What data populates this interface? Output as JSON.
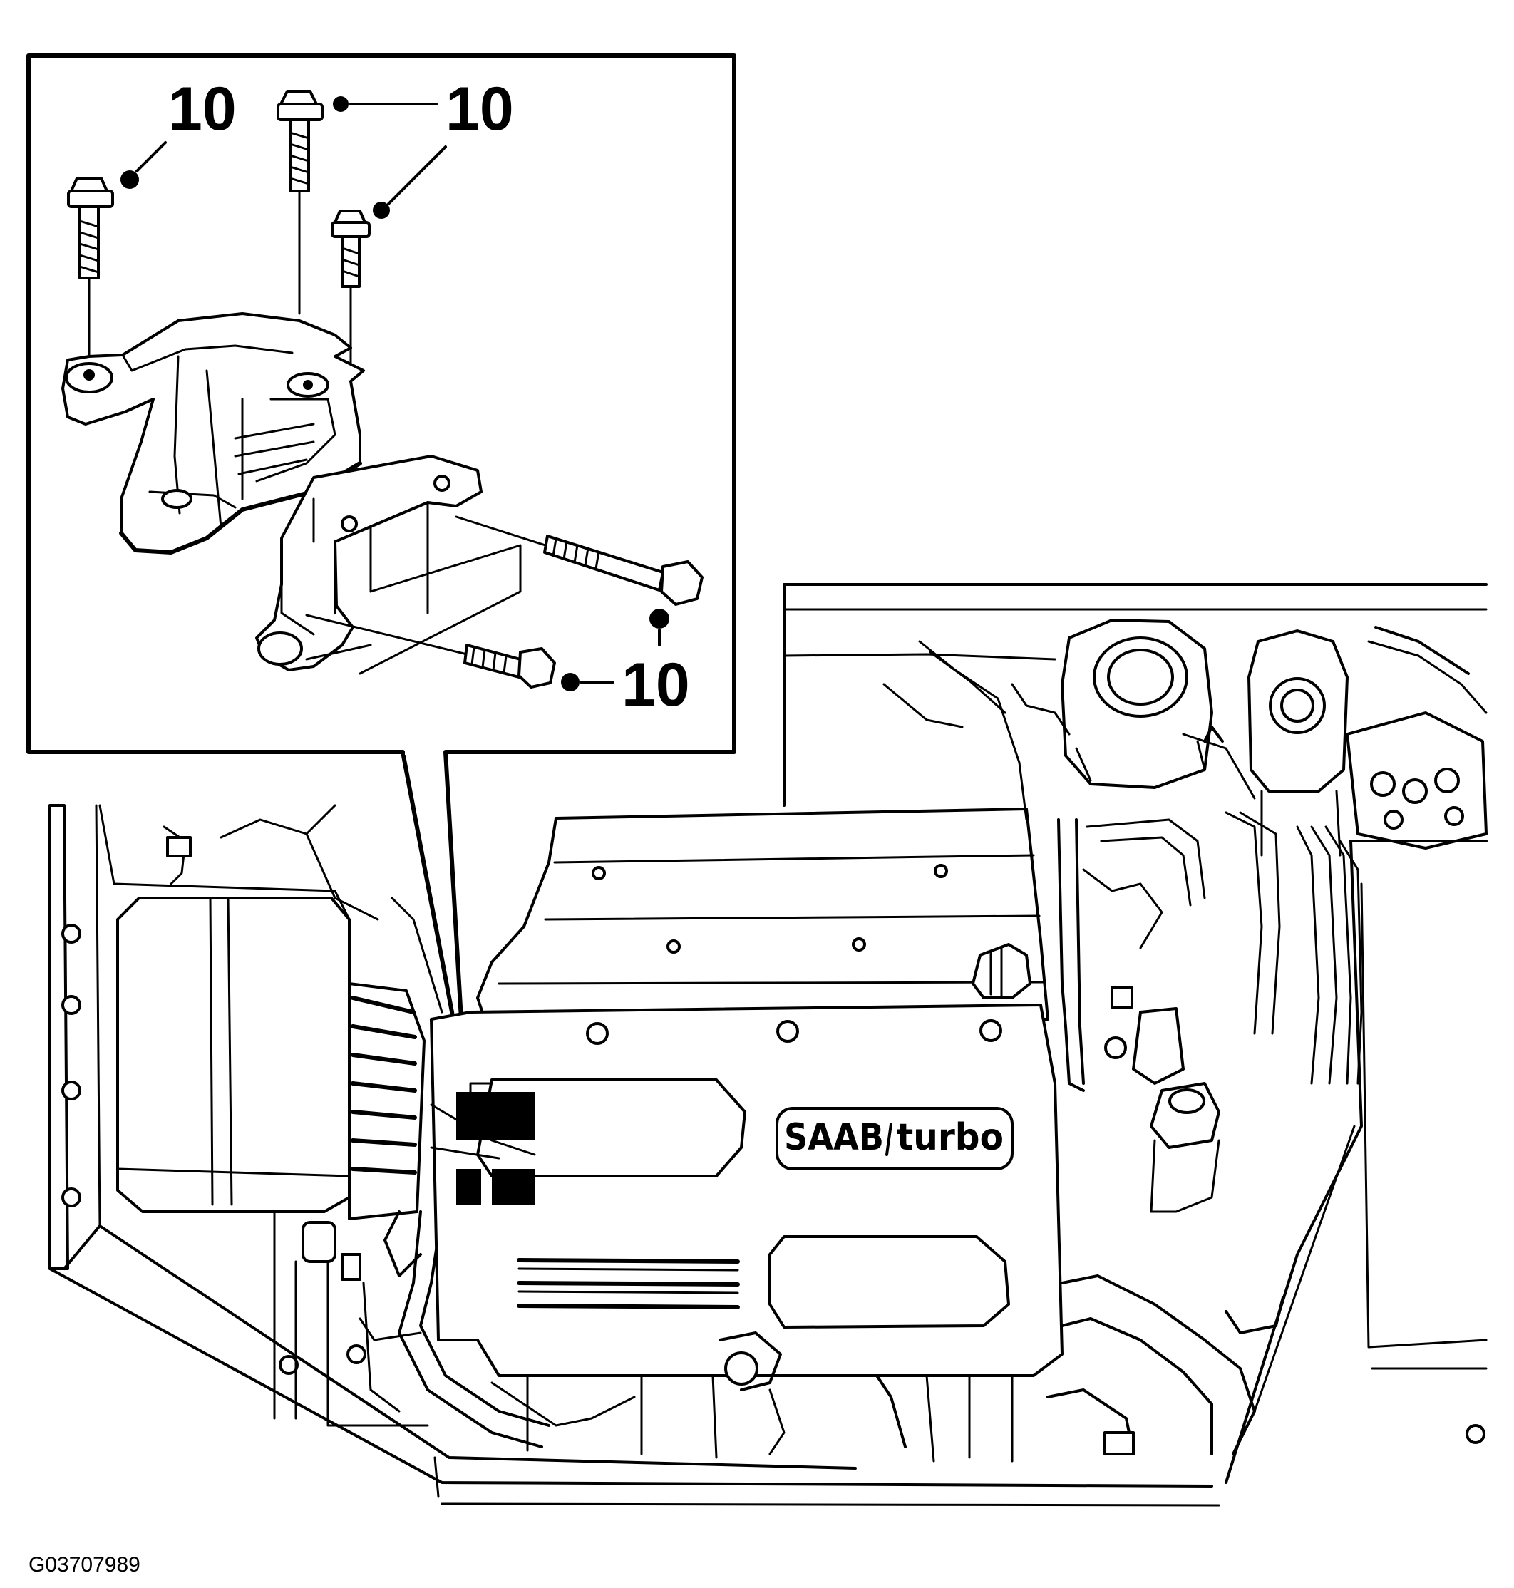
{
  "figure": {
    "id_label": "G03707989"
  },
  "callouts": [
    {
      "label": "10",
      "target": "mount-upper-left-bolt"
    },
    {
      "label": "10",
      "target": "mount-upper-center-bolt"
    },
    {
      "label": "10",
      "target": "bracket-long-bolt"
    },
    {
      "label": "10",
      "target": "bracket-short-bolt"
    }
  ],
  "engine_cover": {
    "brand_left": "SAAB",
    "brand_right": "turbo"
  }
}
